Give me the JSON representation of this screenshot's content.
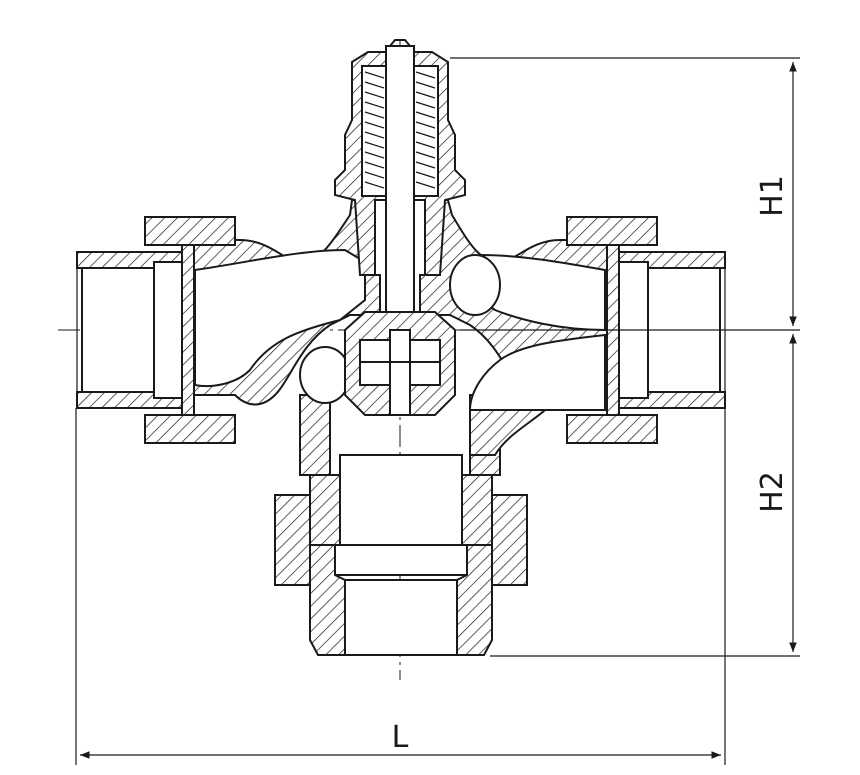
{
  "dimensions": {
    "height_upper": "H1",
    "height_lower": "H2",
    "length": "L"
  },
  "colors": {
    "ink": "#1a1a1a",
    "paper": "#ffffff"
  }
}
